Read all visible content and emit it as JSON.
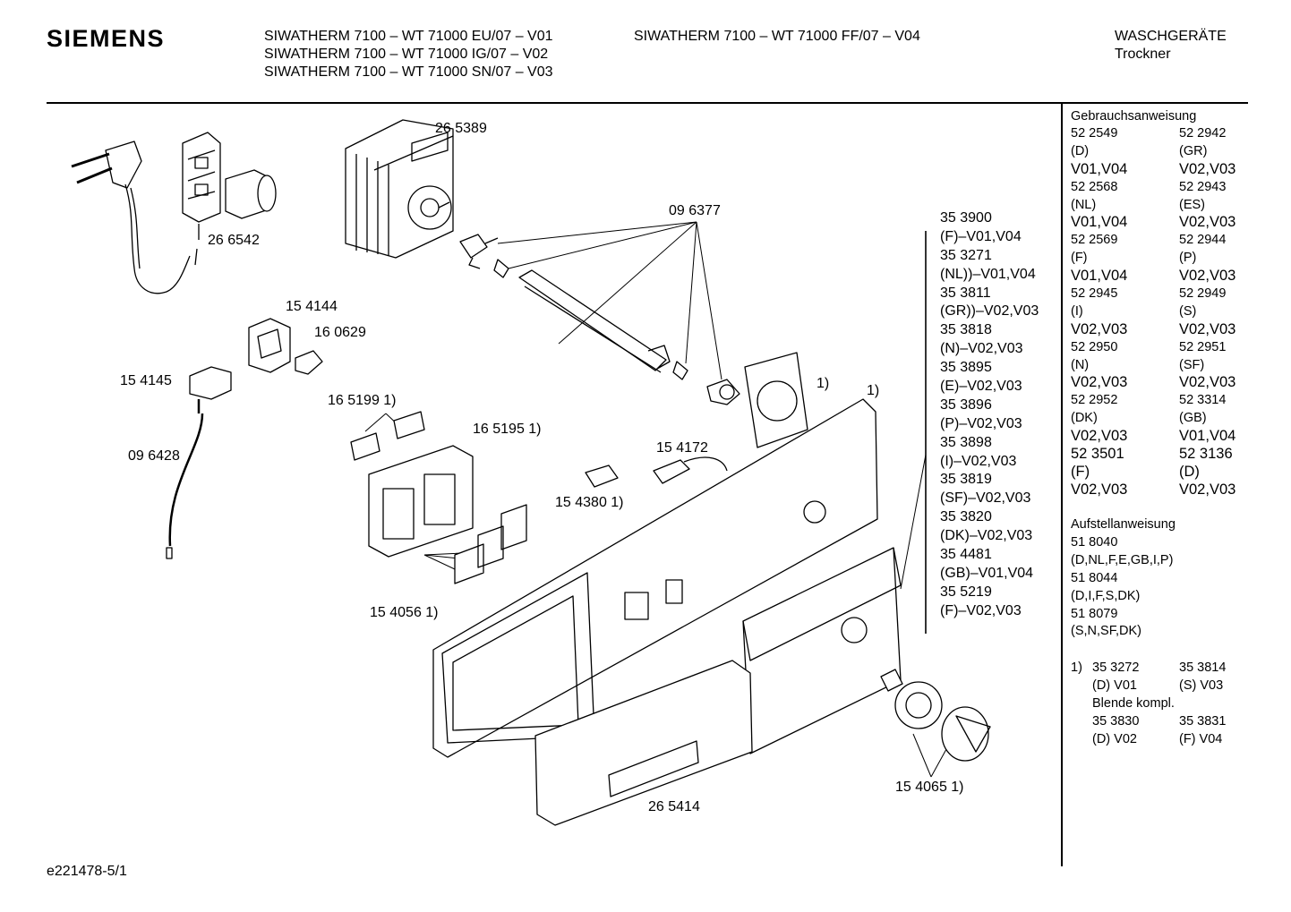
{
  "header": {
    "brand": "SIEMENS",
    "models_left": [
      "SIWATHERM 7100 – WT 71000 EU/07 – V01",
      "SIWATHERM 7100 – WT 71000 IG/07 – V02",
      "SIWATHERM 7100 – WT 71000 SN/07 – V03"
    ],
    "models_right": [
      "SIWATHERM 7100 – WT 71000 FF/07 – V04"
    ],
    "category": "WASCHGERÄTE",
    "subcategory": "Trockner"
  },
  "parts": {
    "p265389": "26 5389",
    "p266542": "26 6542",
    "p096377": "09 6377",
    "p154144": "15 4144",
    "p160629": "16 0629",
    "p154145": "15 4145",
    "p096428": "09 6428",
    "p165199": "16 5199 1)",
    "p165195": "16 5195 1)",
    "p154172": "15 4172",
    "p154380": "15 4380 1)",
    "p154056": "15 4056 1)",
    "note1a": "1)",
    "note1b": "1)",
    "p154065": "15 4065 1)",
    "p265414": "26 5414"
  },
  "panel_codes": [
    "35 3900",
    "(F)–V01,V04",
    "35 3271",
    "(NL))–V01,V04",
    "35 3811",
    "(GR))–V02,V03",
    "35 3818",
    "(N)–V02,V03",
    "35 3895",
    "(E)–V02,V03",
    "35 3896",
    "(P)–V02,V03",
    "35 3898",
    "(I)–V02,V03",
    "35 3819",
    "(SF)–V02,V03",
    "35 3820",
    "(DK)–V02,V03",
    "35 4481",
    "(GB)–V01,V04",
    "35 5219",
    "(F)–V02,V03"
  ],
  "sidebar": {
    "manual_title": "Gebrauchsanweisung",
    "manual_grid": [
      "52 2549",
      "52 2942",
      "(D)",
      "(GR)",
      "V01,V04",
      "V02,V03",
      "52 2568",
      "52 2943",
      "(NL)",
      "(ES)",
      "V01,V04",
      "V02,V03",
      "52 2569",
      "52 2944",
      "(F)",
      "(P)",
      "V01,V04",
      "V02,V03",
      "52 2945",
      "52 2949",
      "(I)",
      "(S)",
      "V02,V03",
      "V02,V03",
      "52 2950",
      "52 2951",
      "(N)",
      "(SF)",
      "V02,V03",
      "V02,V03",
      "52 2952",
      "52 3314",
      "(DK)",
      "(GB)",
      "V02,V03",
      "V01,V04",
      "52 3501",
      "52 3136",
      "(F)",
      "(D)",
      "V02,V03",
      "V02,V03"
    ],
    "install_title": "Aufstellanweisung",
    "install_lines": [
      "51 8040",
      "(D,NL,F,E,GB,I,P)",
      "51 8044",
      "(D,I,F,S,DK)",
      "51 8079",
      "(S,N,SF,DK)"
    ],
    "note_marker": "1)",
    "note_grid": [
      "35 3272",
      "35 3814",
      "(D) V01",
      "(S) V03"
    ],
    "note_label": "Blende kompl.",
    "note_grid2": [
      "35 3830",
      "35 3831",
      "(D) V02",
      "(F) V04"
    ]
  },
  "footer": {
    "ref": "e221478-5/1"
  }
}
